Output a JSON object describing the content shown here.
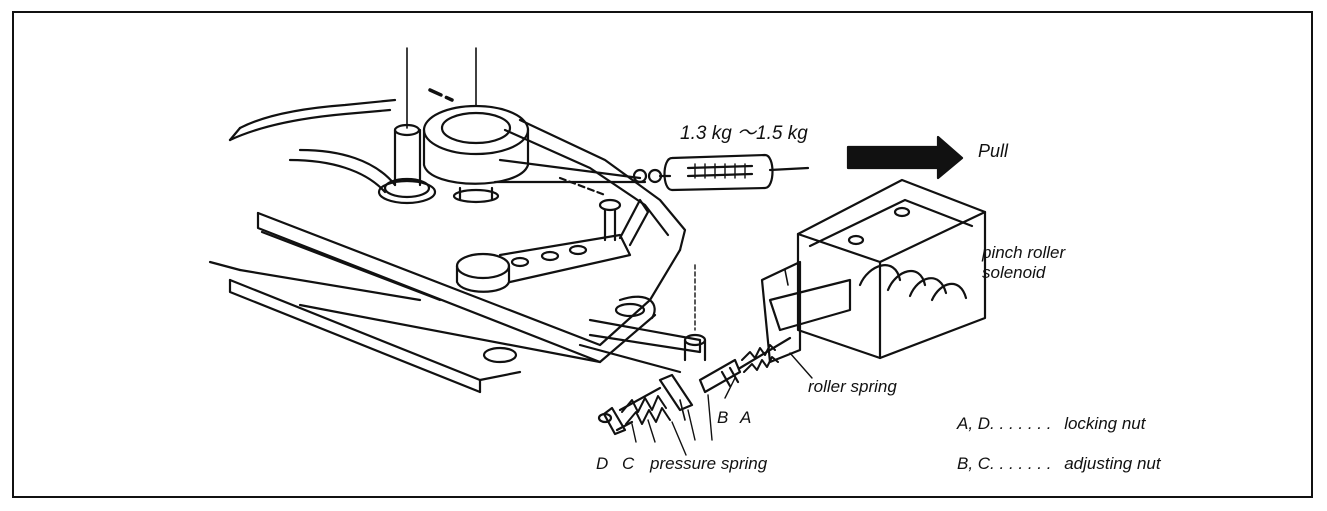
{
  "labels": {
    "weight": "1.3 kg ～1.5 kg",
    "pull": "Pull",
    "solenoid_line1": "pinch roller",
    "solenoid_line2": "solenoid",
    "roller_spring": "roller spring",
    "pressure_spring": "pressure spring",
    "letter_a": "A",
    "letter_b": "B",
    "letter_c": "C",
    "letter_d": "D"
  },
  "legend": [
    {
      "keys": "A, D. . . . . . .",
      "meaning": "locking nut"
    },
    {
      "keys": "B, C. . . . . . .",
      "meaning": "adjusting nut"
    }
  ],
  "colors": {
    "ink": "#111111",
    "background": "#ffffff"
  }
}
